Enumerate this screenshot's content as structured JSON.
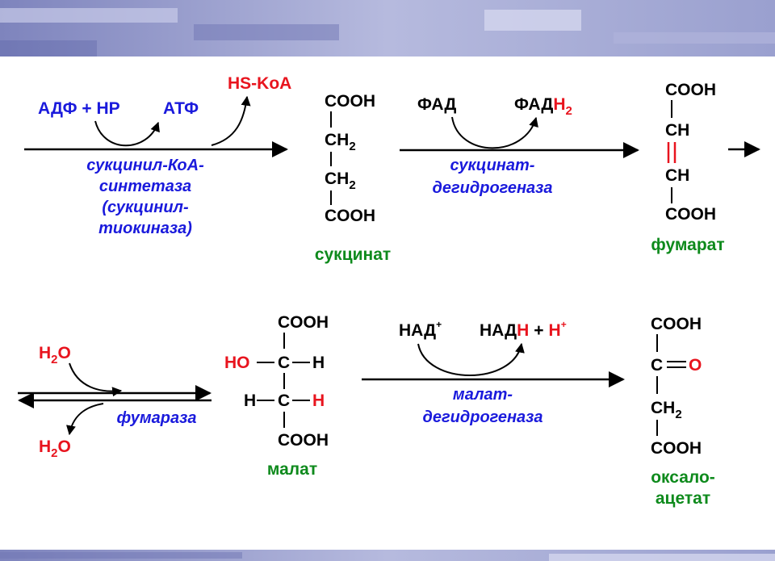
{
  "colors": {
    "blue": "#1a1adc",
    "red": "#e8141e",
    "green": "#0e8a1c",
    "black": "#000000",
    "band": "#9aa0cf"
  },
  "reaction1": {
    "adp_np": "АДФ + НР",
    "atp": "АТФ",
    "hs_koa": "HS-KoA",
    "enzyme": [
      "сукцинил-КоА-",
      "синтетаза",
      "(сукцинил-",
      "тиокиназа)"
    ]
  },
  "succinate": {
    "cooh_top": "COOH",
    "ch_top": "CH",
    "ch_bottom": "CH",
    "sub": "2",
    "cooh_bottom": "COOH",
    "name": "сукцинат"
  },
  "reaction2": {
    "fad": "ФАД",
    "fadh_base": "ФАД",
    "fadh_h": "H",
    "fadh_sub": "2",
    "enzyme": [
      "сукцинат-",
      "дегидрогеназа"
    ]
  },
  "fumarate": {
    "cooh_top": "COOH",
    "ch_top": "CH",
    "ch_bottom": "CH",
    "cooh_bottom": "COOH",
    "name": "фумарат"
  },
  "reaction3": {
    "h2o_top_h": "H",
    "h2o_top_sub": "2",
    "h2o_top_o": "O",
    "h2o_bottom_h": "H",
    "h2o_bottom_sub": "2",
    "h2o_bottom_o": "O",
    "enzyme": "фумараза"
  },
  "malate": {
    "cooh_top": "COOH",
    "ho": "HO",
    "c1": "C",
    "h_right1": "H",
    "h_left2": "H",
    "c2": "C",
    "h_right2": "H",
    "cooh_bottom": "COOH",
    "name": "малат"
  },
  "reaction4": {
    "nad": "НАД",
    "nad_sup": "+",
    "nadh_base": "НАД",
    "nadh_h": "H",
    "plus": "+",
    "h": "H",
    "h_sup": "+",
    "enzyme": [
      "малат-",
      "дегидрогеназа"
    ]
  },
  "oxaloacetate": {
    "cooh_top": "COOH",
    "c": "C",
    "o": "O",
    "ch": "CH",
    "sub": "2",
    "cooh_bottom": "COOH",
    "name": [
      "оксало-",
      "ацетат"
    ]
  }
}
